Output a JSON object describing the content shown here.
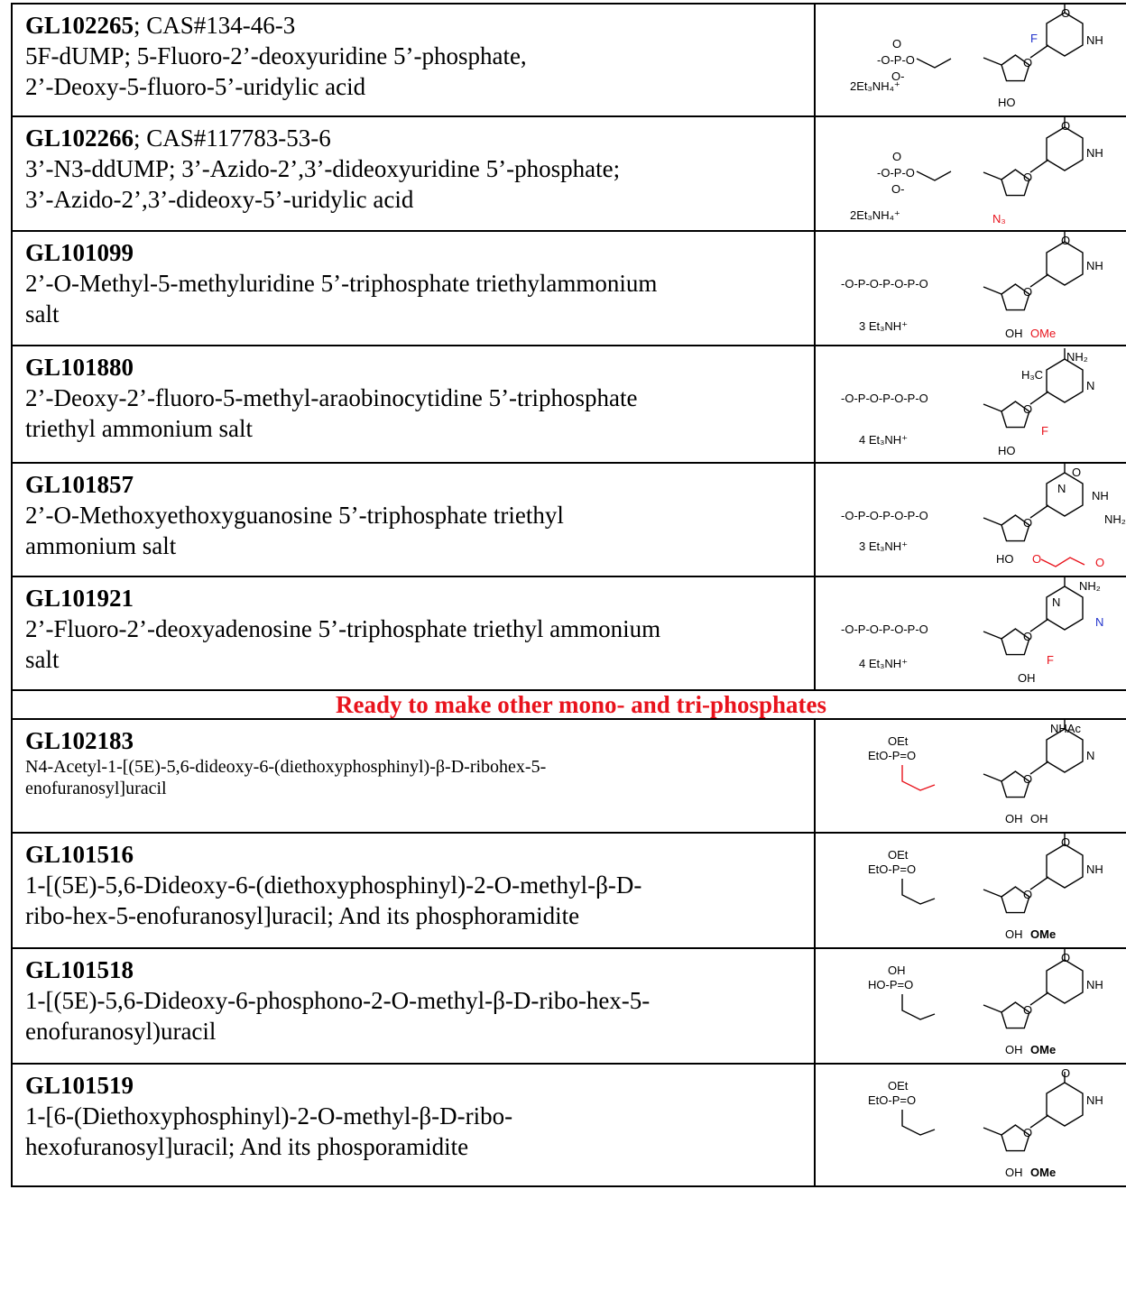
{
  "banner": "Ready to make other mono- and tri-phosphates",
  "colors": {
    "banner": "#e8131c",
    "fluoro_blue": "#2233cc",
    "highlight_red": "#e8131c"
  },
  "rows": [
    {
      "code": "GL102265",
      "line1_rest": "; CAS#134-46-3",
      "lines": [
        "5F-dUMP; 5-Fluoro-2’-deoxyuridine 5’-phosphate,",
        "2’-Deoxy-5-fluoro-5’-uridylic acid"
      ],
      "counterion": "2Et₃NH₄⁺"
    },
    {
      "code": "GL102266",
      "line1_rest": "; CAS#117783-53-6",
      "lines": [
        "3’-N3-ddUMP; 3’-Azido-2’,3’-dideoxyuridine 5’-phosphate;",
        "3’-Azido-2’,3’-dideoxy-5’-uridylic acid"
      ],
      "counterion": "2Et₃NH₄⁺"
    },
    {
      "code": "GL101099",
      "line1_rest": "",
      "lines": [
        "2’-O-Methyl-5-methyluridine 5’-triphosphate triethylammonium",
        "salt"
      ],
      "counterion": "3 Et₃NH⁺"
    },
    {
      "code": "GL101880",
      "line1_rest": "",
      "lines": [
        "2’-Deoxy-2’-fluoro-5-methyl-araobinocytidine 5’-triphosphate",
        "triethyl ammonium salt"
      ],
      "counterion": "4 Et₃NH⁺"
    },
    {
      "code": "GL101857",
      "line1_rest": "",
      "lines": [
        "2’-O-Methoxyethoxyguanosine 5’-triphosphate triethyl",
        "ammonium salt"
      ],
      "counterion": "3 Et₃NH⁺"
    },
    {
      "code": "GL101921",
      "line1_rest": "",
      "lines": [
        "2’-Fluoro-2’-deoxyadenosine 5’-triphosphate triethyl ammonium",
        "salt"
      ],
      "counterion": "4 Et₃NH⁺"
    },
    {
      "code": "GL102183",
      "line1_rest": "",
      "lines": [
        "N4-Acetyl-1-[(5E)-5,6-dideoxy-6-(diethoxyphosphinyl)-β-D-ribohex-5-",
        "enofuranosyl]uracil"
      ],
      "counterion": ""
    },
    {
      "code": "GL101516",
      "line1_rest": "",
      "lines": [
        "1-[(5E)-5,6-Dideoxy-6-(diethoxyphosphinyl)-2-O-methyl-β-D-",
        "ribo-hex-5-enofuranosyl]uracil; And its phosphoramidite"
      ],
      "counterion": ""
    },
    {
      "code": "GL101518",
      "line1_rest": "",
      "lines": [
        "1-[(5E)-5,6-Dideoxy-6-phosphono-2-O-methyl-β-D-ribo-hex-5-",
        "enofuranosyl)uracil"
      ],
      "counterion": ""
    },
    {
      "code": "GL101519",
      "line1_rest": "",
      "lines": [
        "1-[6-(Diethoxyphosphinyl)-2-O-methyl-β-D-ribo-",
        "hexofuranosyl]uracil; And its phosporamidite"
      ],
      "counterion": ""
    }
  ],
  "structures": {
    "mono": {
      "phos_o": "O",
      "phos_p": "-O-P-O",
      "phos_om": "O-"
    },
    "tri": {
      "chain": "-O-P-O-P-O-P-O"
    },
    "labels": {
      "F": "F",
      "O": "O",
      "NH": "NH",
      "N": "N",
      "N3": "N₃",
      "HO": "HO",
      "OH": "OH",
      "OMe": "OMe",
      "NH2": "NH₂",
      "H3C": "H₃C",
      "NHAc": "NHAc",
      "OEt": "OEt",
      "EtO_P": "EtO-P=O",
      "HO_P": "HO-P=O"
    }
  }
}
